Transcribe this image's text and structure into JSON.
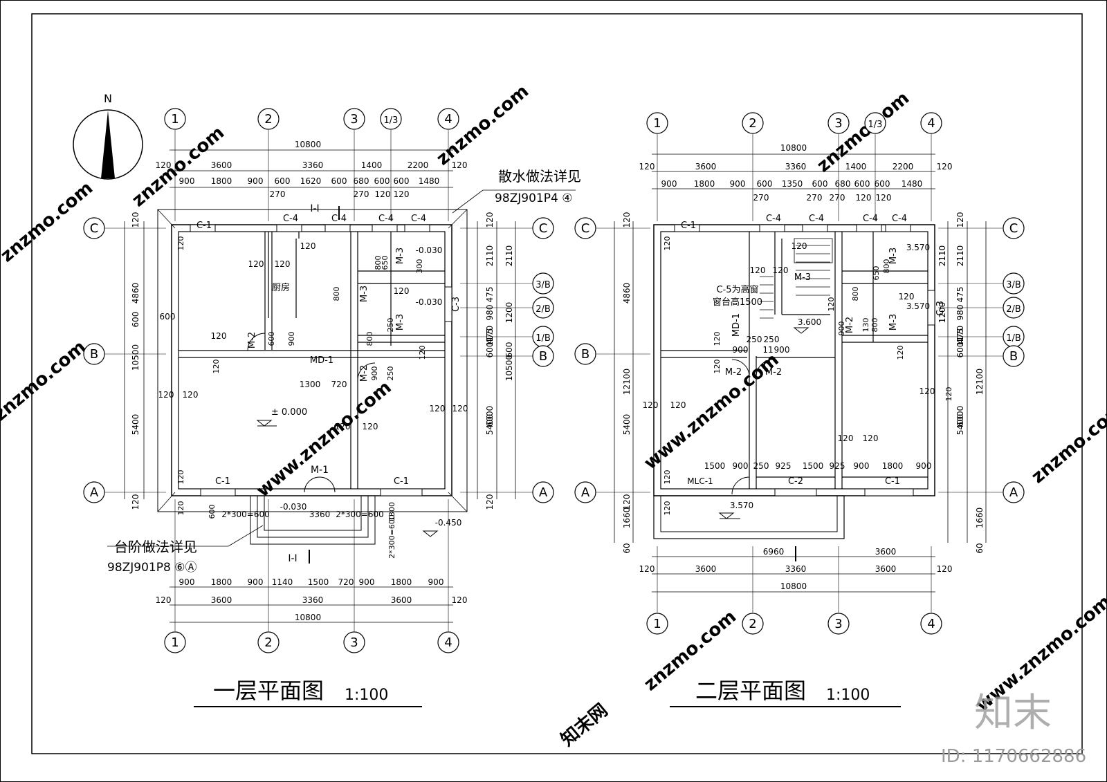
{
  "watermarks": {
    "site": "znzmo.com",
    "site_www": "www.znzmo.com",
    "brand_cn": "知末网",
    "logo_text": "知末",
    "id_label": "ID: 1170662886"
  },
  "north_arrow": {
    "label": "N"
  },
  "plan1": {
    "title": "一层平面图",
    "scale": "1:100",
    "axes_top": [
      "1",
      "2",
      "3",
      "1/3",
      "4"
    ],
    "axes_bottom": [
      "1",
      "2",
      "3",
      "4"
    ],
    "axes_left": [
      "C",
      "B",
      "A"
    ],
    "axes_right": [
      "C",
      "3/B",
      "2/B",
      "1/B",
      "B",
      "A"
    ],
    "dim_top_total": "10800",
    "dim_top_mid": [
      "120",
      "3600",
      "3360",
      "1400",
      "2200",
      "120"
    ],
    "dim_top_detail": [
      "900",
      "1800",
      "900",
      "600",
      "1620",
      "600",
      "680",
      "600",
      "600",
      "1480"
    ],
    "dim_top_sub": [
      "270",
      "270",
      "120",
      "120"
    ],
    "dim_bottom_detail": [
      "900",
      "1800",
      "900",
      "1140",
      "1500",
      "720",
      "900",
      "1800",
      "900"
    ],
    "dim_bottom_mid": [
      "120",
      "3600",
      "3360",
      "3600",
      "120"
    ],
    "dim_bottom_total": "10800",
    "dim_left": [
      "120",
      "4860",
      "5400",
      "120",
      "10500",
      "600"
    ],
    "dim_right": [
      "120",
      "2110",
      "475",
      "980",
      "1170",
      "475",
      "600",
      "6000",
      "5400",
      "120",
      "10500",
      "2110",
      "1200",
      "600"
    ],
    "windows": [
      "C-1",
      "C-4",
      "C-4",
      "C-4",
      "C-4",
      "C-1",
      "C-1",
      "C-3"
    ],
    "doors": [
      "M-1",
      "M-2",
      "M-2",
      "M-3",
      "M-3",
      "M-3",
      "MD-1"
    ],
    "room_label": "厨房",
    "section_mark": "I-I",
    "levels": [
      "± 0.000",
      "-0.030",
      "-0.030",
      "-0.030",
      "-0.450"
    ],
    "misc_dims": [
      "120",
      "120",
      "120",
      "120",
      "120",
      "120",
      "120",
      "120",
      "120",
      "120",
      "120",
      "120",
      "120",
      "120",
      "600",
      "600",
      "600",
      "800",
      "800",
      "800",
      "650",
      "300",
      "900",
      "250",
      "250",
      "900",
      "1300",
      "720",
      "2*300=600",
      "2*300=600",
      "2*300=600",
      "3360",
      "1300",
      "120",
      "120"
    ],
    "note_scatter_title": "散水做法详见",
    "note_scatter_ref": "98ZJ901P4 ④",
    "note_step_title": "台阶做法详见",
    "note_step_ref": "98ZJ901P8 ⑥Ⓐ"
  },
  "plan2": {
    "title": "二层平面图",
    "scale": "1:100",
    "axes_top": [
      "1",
      "2",
      "3",
      "1/3",
      "4"
    ],
    "axes_bottom": [
      "1",
      "2",
      "3",
      "4"
    ],
    "axes_left": [
      "C",
      "B",
      "A"
    ],
    "axes_right": [
      "C",
      "3/B",
      "2/B",
      "1/B",
      "B",
      "A"
    ],
    "dim_top_total": "10800",
    "dim_top_mid": [
      "120",
      "3600",
      "3360",
      "1400",
      "2200",
      "120"
    ],
    "dim_top_detail": [
      "900",
      "1800",
      "900",
      "600",
      "1350",
      "600",
      "680",
      "600",
      "600",
      "1480"
    ],
    "dim_top_sub": [
      "270",
      "270",
      "270",
      "120",
      "120"
    ],
    "dim_bottom_detail": [
      "6960",
      "3600"
    ],
    "dim_bottom_mid": [
      "120",
      "3600",
      "3360",
      "3600",
      "120"
    ],
    "dim_bottom_total": "10800",
    "dim_left": [
      "120",
      "4860",
      "12100",
      "5400",
      "1660",
      "60",
      "120"
    ],
    "dim_right": [
      "120",
      "2110",
      "475",
      "980",
      "1170",
      "475",
      "600",
      "6000",
      "5400",
      "12100",
      "1660",
      "60",
      "2110",
      "1200"
    ],
    "windows": [
      "C-1",
      "C-4",
      "C-4",
      "C-4",
      "C-4",
      "C-2",
      "C-1",
      "C-3"
    ],
    "doors": [
      "M-2",
      "M-2",
      "M-2",
      "M-3",
      "M-3",
      "M-3",
      "MD-1",
      "MLC-1"
    ],
    "note_window": "C-5为高窗",
    "note_sill": "窗台高1500",
    "levels": [
      "3.570",
      "3.570",
      "3.570",
      "3.600"
    ],
    "misc_dims": [
      "120",
      "120",
      "120",
      "120",
      "120",
      "120",
      "120",
      "120",
      "120",
      "120",
      "120",
      "120",
      "120",
      "120",
      "120",
      "1500",
      "900",
      "250",
      "925",
      "1500",
      "925",
      "900",
      "1800",
      "900",
      "900",
      "11",
      "900",
      "250",
      "250",
      "650",
      "800",
      "800",
      "900",
      "120",
      "120",
      "130",
      "800"
    ]
  }
}
